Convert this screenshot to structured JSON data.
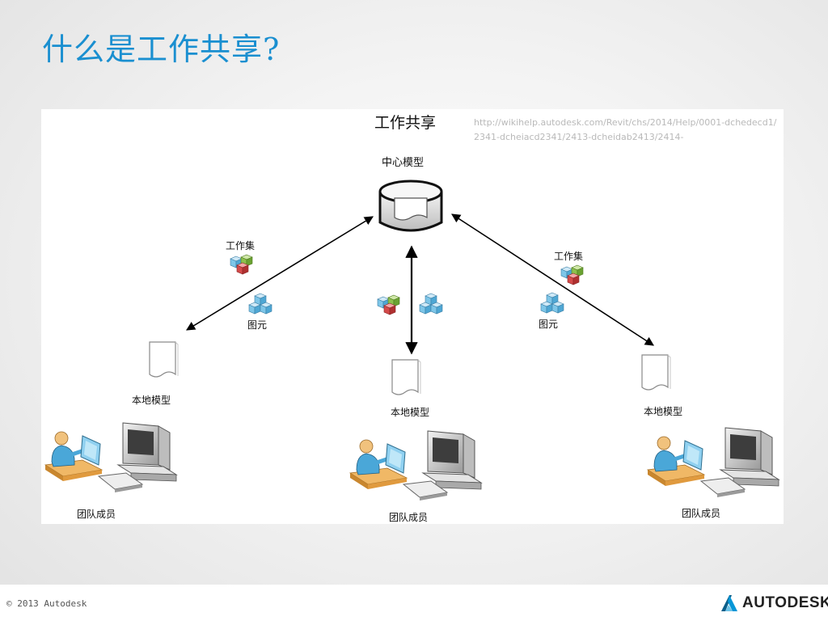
{
  "slide": {
    "title": "什么是工作共享?"
  },
  "diagram": {
    "title": "工作共享",
    "source_url": "http://wikihelp.autodesk.com/Revit/chs/2014/Help/0001-dchedecd1/2341-dcheiacd2341/2413-dcheidab2413/2414-",
    "central_model_label": "中心模型",
    "worksets_label": "工作集",
    "elements_label": "图元",
    "local_model_label": "本地模型",
    "team_member_label": "团队成员"
  },
  "footer": {
    "copyright": "© 2013 Autodesk",
    "brand": "AUTODESK."
  },
  "colors": {
    "title_blue": "#1a8fd0",
    "cube_blue": "#7ec6e8",
    "cube_red": "#d44a4a",
    "cube_green": "#8cc14c",
    "person_orange": "#e9a24a",
    "brand_teal": "#0696d7"
  },
  "icons": {
    "central": "database-icon",
    "workset": "workset-cubes-icon",
    "element": "element-cubes-icon",
    "local": "document-icon",
    "team": "workstation-icon"
  }
}
